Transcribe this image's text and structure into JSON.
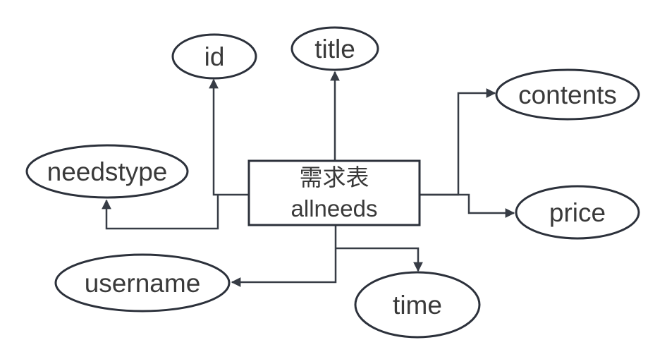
{
  "diagram": {
    "colors": {
      "background": "#ffffff",
      "connector": "#373c45",
      "node_stroke": "#2c313b",
      "text": "#3a3a3a"
    },
    "entity": {
      "name_cn": "需求表",
      "name_en": "allneeds"
    },
    "attributes": [
      {
        "label": "id"
      },
      {
        "label": "title"
      },
      {
        "label": "contents"
      },
      {
        "label": "price"
      },
      {
        "label": "needstype"
      },
      {
        "label": "username"
      },
      {
        "label": "time"
      }
    ]
  }
}
